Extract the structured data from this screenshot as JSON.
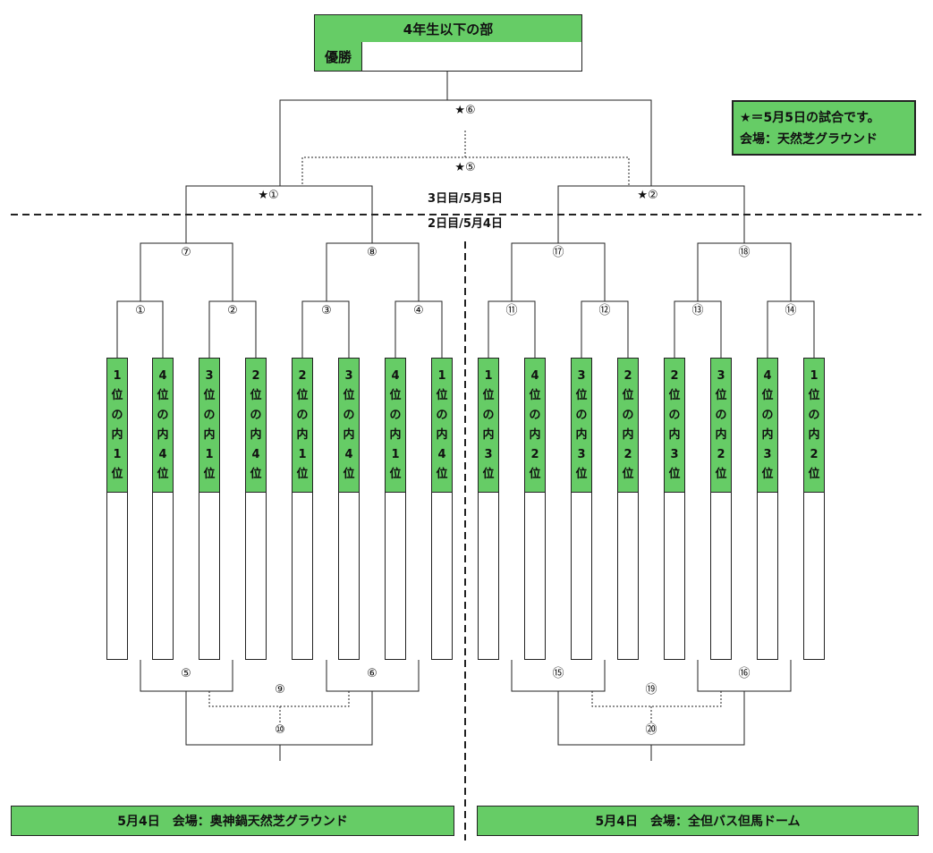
{
  "title": "4年生以下の部",
  "winner": {
    "label": "優勝",
    "value": ""
  },
  "note": {
    "line1": "★＝5月5日の試合です。",
    "line2": "会場：天然芝グラウンド"
  },
  "day_labels": {
    "day3": "3日目/5月5日",
    "day2": "2日目/5月4日"
  },
  "final_rounds": {
    "final": "★⑥",
    "third_place": "★⑤",
    "semi_left": "★①",
    "semi_right": "★②"
  },
  "quarter_matches": {
    "left_a": "⑦",
    "left_b": "⑧",
    "right_a": "⑰",
    "right_b": "⑱"
  },
  "first_round_matches": [
    "①",
    "②",
    "③",
    "④",
    "⑪",
    "⑫",
    "⑬",
    "⑭"
  ],
  "consolation": {
    "left": {
      "a": "⑤",
      "b": "⑥",
      "c": "⑨",
      "d": "⑩"
    },
    "right": {
      "a": "⑮",
      "b": "⑯",
      "c": "⑲",
      "d": "⑳"
    }
  },
  "slots": [
    [
      "1",
      "位",
      "の",
      "内",
      "1",
      "位"
    ],
    [
      "4",
      "位",
      "の",
      "内",
      "4",
      "位"
    ],
    [
      "3",
      "位",
      "の",
      "内",
      "1",
      "位"
    ],
    [
      "2",
      "位",
      "の",
      "内",
      "4",
      "位"
    ],
    [
      "2",
      "位",
      "の",
      "内",
      "1",
      "位"
    ],
    [
      "3",
      "位",
      "の",
      "内",
      "4",
      "位"
    ],
    [
      "4",
      "位",
      "の",
      "内",
      "1",
      "位"
    ],
    [
      "1",
      "位",
      "の",
      "内",
      "4",
      "位"
    ],
    [
      "1",
      "位",
      "の",
      "内",
      "3",
      "位"
    ],
    [
      "4",
      "位",
      "の",
      "内",
      "2",
      "位"
    ],
    [
      "3",
      "位",
      "の",
      "内",
      "3",
      "位"
    ],
    [
      "2",
      "位",
      "の",
      "内",
      "2",
      "位"
    ],
    [
      "2",
      "位",
      "の",
      "内",
      "3",
      "位"
    ],
    [
      "3",
      "位",
      "の",
      "内",
      "2",
      "位"
    ],
    [
      "4",
      "位",
      "の",
      "内",
      "3",
      "位"
    ],
    [
      "1",
      "位",
      "の",
      "内",
      "2",
      "位"
    ]
  ],
  "venues": {
    "left": "5月4日　会場：奥神鍋天然芝グラウンド",
    "right": "5月4日　会場：全但バス但馬ドーム"
  }
}
